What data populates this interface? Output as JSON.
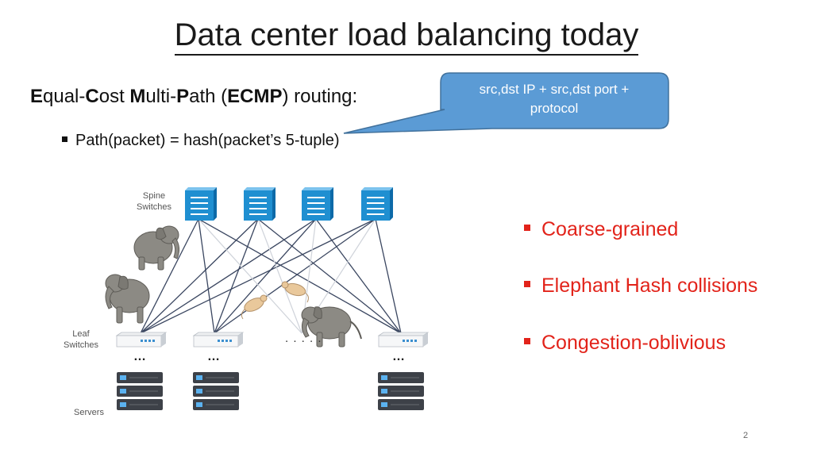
{
  "slide": {
    "title": "Data center load balancing today",
    "page_number": "2"
  },
  "heading": {
    "E": "E",
    "qual": "qual-",
    "C": "C",
    "ost": "ost ",
    "M": "M",
    "ulti": "ulti-",
    "P": "P",
    "ath": "ath (",
    "ECMP": "ECMP",
    "routing": ") routing:"
  },
  "bullet_tuple": "Path(packet) = hash(packet’s 5-tuple)",
  "callout": {
    "line1": "src,dst IP + src,dst port +",
    "line2": "protocol"
  },
  "problems": [
    "Coarse-grained",
    "Elephant Hash collisions",
    "Congestion-oblivious"
  ],
  "diagram": {
    "spine_label_1": "Spine",
    "spine_label_2": "Switches",
    "leaf_label_1": "Leaf",
    "leaf_label_2": "Switches",
    "servers_label": "Servers",
    "ellipsis_dots": ". . . . .",
    "leaf_ellipsis": "…"
  },
  "colors": {
    "accent_red": "#e2231a",
    "callout_fill": "#5b9bd5",
    "callout_stroke": "#41719c",
    "switch_blue": "#1f8fd1",
    "link_dark": "#3a4660",
    "elephant": "#8c8a84"
  }
}
